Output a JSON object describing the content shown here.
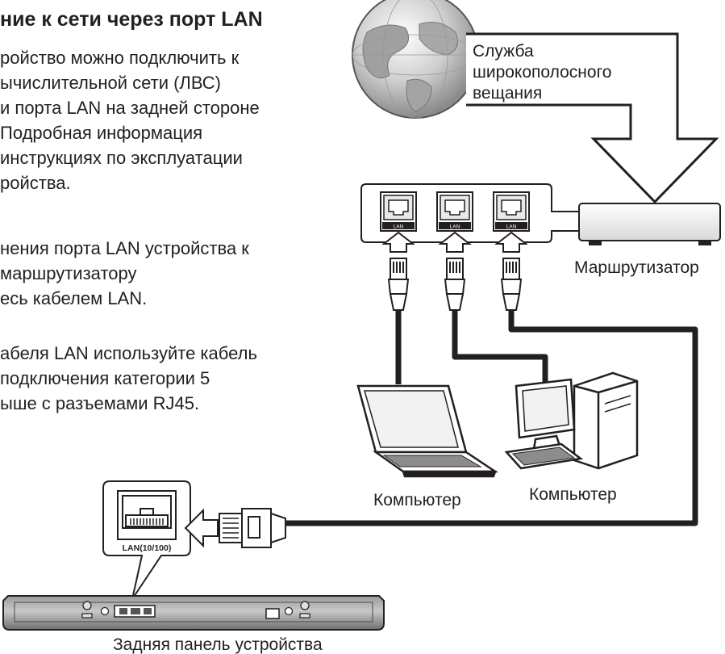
{
  "text": {
    "heading": "ние к сети через порт LAN",
    "para1": [
      "ройство можно подключить к",
      "ычислительной сети (ЛВС)",
      "и порта LAN на задней стороне",
      "Подробная информация",
      "инструкциях по эксплуатации",
      "ройства."
    ],
    "para2": [
      "нения порта LAN устройства к",
      "маршрутизатору",
      "есь кабелем LAN."
    ],
    "para3": [
      "абеля LAN используйте кабель",
      "подключения категории 5",
      "ыше с разъемами RJ45."
    ]
  },
  "diagram": {
    "broadband_label": [
      "Служба",
      "широкополосного",
      "вещания"
    ],
    "router_label": "Маршрутизатор",
    "router_port_label": "LAN",
    "computer_label_1": "Компьютер",
    "computer_label_2": "Компьютер",
    "device_port_label": "LAN(10/100)",
    "rear_panel_label": "Задняя панель устройства"
  }
}
